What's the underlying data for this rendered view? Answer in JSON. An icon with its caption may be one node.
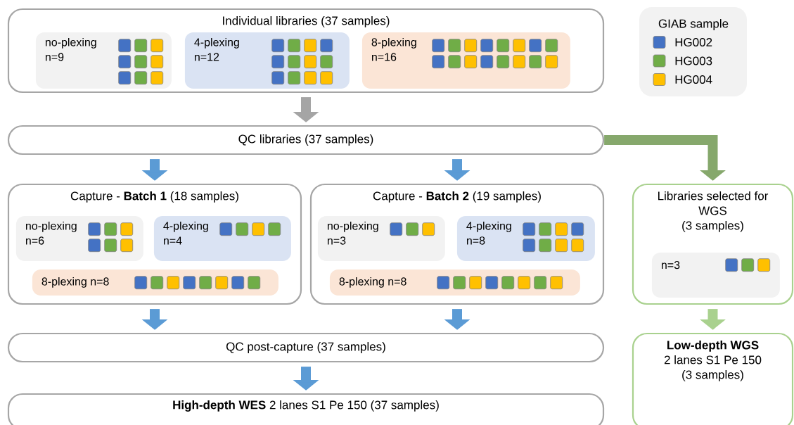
{
  "diagram": {
    "nodes": [
      {
        "text": [
          "Individual libraries (37 samples)"
        ]
      },
      {
        "text": [
          "no-plexing",
          "n=9"
        ],
        "in": 0
      },
      {
        "text": [
          "4-plexing",
          "n=12"
        ],
        "in": 0
      },
      {
        "text": [
          "8-plexing",
          "n=16"
        ],
        "in": 0
      },
      {
        "text": [
          "QC libraries (37 samples)"
        ]
      },
      {
        "text": [
          "Capture - **Batch 1** (18 samples)"
        ]
      },
      {
        "text": [
          "no-plexing",
          "n=6"
        ],
        "in": 5
      },
      {
        "text": [
          "4-plexing",
          "n=4"
        ],
        "in": 5
      },
      {
        "text": [
          "8-plexing n=8"
        ],
        "in": 5
      },
      {
        "text": [
          "Capture - **Batch 2** (19 samples)"
        ]
      },
      {
        "text": [
          "no-plexing",
          "n=3"
        ],
        "in": 9
      },
      {
        "text": [
          "4-plexing",
          "n=8"
        ],
        "in": 9
      },
      {
        "text": [
          "8-plexing n=8"
        ],
        "in": 9
      },
      {
        "text": [
          "Libraries selected for WGS",
          "(3 samples)"
        ]
      },
      {
        "text": [
          "n=3"
        ],
        "in": 13
      },
      {
        "text": [
          "QC post-capture (37 samples)"
        ]
      },
      {
        "text": [
          "**High-depth WES** 2 lanes S1 Pe 150 (37 samples)"
        ]
      },
      {
        "text": [
          "**Low-depth WGS**",
          "2 lanes S1 Pe 150",
          "(3 samples)"
        ]
      }
    ],
    "edges": [
      {
        "from": 0,
        "to": 4,
        "arrow": "to",
        "color": "#a5a5a5"
      },
      {
        "from": 4,
        "to": 5,
        "arrow": "to"
      },
      {
        "from": 4,
        "to": 9,
        "arrow": "to"
      },
      {
        "from": 4,
        "to": 13,
        "arrow": "to",
        "color": "#86a86c"
      },
      {
        "from": 5,
        "to": 15,
        "arrow": "to"
      },
      {
        "from": 9,
        "to": 15,
        "arrow": "to"
      },
      {
        "from": 15,
        "to": 16,
        "arrow": "to"
      },
      {
        "from": 13,
        "to": 17,
        "arrow": "to",
        "color": "#a9d18e"
      }
    ],
    "labels": [
      "GIAB sample"
    ],
    "legend": [
      {
        "text": "HG002",
        "color": "#4472c4"
      },
      {
        "text": "HG003",
        "color": "#70ad47"
      },
      {
        "text": "HG004",
        "color": "#ffc000"
      }
    ]
  }
}
